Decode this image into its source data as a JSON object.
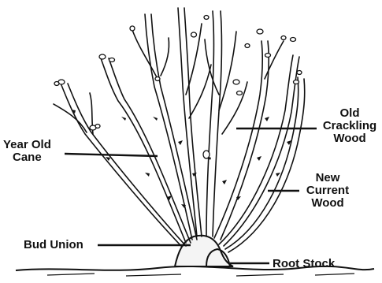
{
  "labels": {
    "year_old_cane": [
      "Year Old",
      "Cane"
    ],
    "old_crackling_wood": [
      "Old",
      "Crackling",
      "Wood"
    ],
    "new_current_wood": [
      "New",
      "Current",
      "Wood"
    ],
    "bud_union": "Bud Union",
    "root_stock": "Root Stock"
  }
}
